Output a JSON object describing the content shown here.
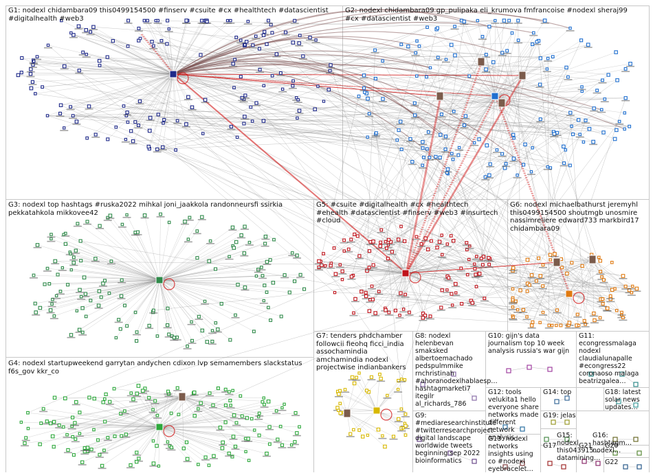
{
  "colors": {
    "G1": "#1f2a8a",
    "G2": "#1f6fd0",
    "G3": "#2f8a4a",
    "G4": "#2ea83c",
    "G5": "#c0141c",
    "G6": "#e07a10",
    "G7": "#d8b800",
    "G8": "#8a6fa8",
    "edge_main": "#8a8a8a",
    "edge_red": "#d21a1a",
    "box": "#c8c8c8"
  },
  "groups": [
    {
      "id": "G1",
      "label": "G1: nodexl chidambara09 this0499154500 #finserv #csuite #cx #healthtech #datascientist #digitalhealth #web3"
    },
    {
      "id": "G2",
      "label": "G2: nodexl chidambara09 gp_pulipaka eli_krumova fmfrancoise #nodexl sheraj99 #cx #datascientist #web3"
    },
    {
      "id": "G3",
      "label": "G3: nodexl top hashtags #ruska2022 mihkal joni_jaakkola randonneursfi ssirkia pekkatahkola mikkovee42"
    },
    {
      "id": "G4",
      "label": "G4: nodexl startupweekend garrytan andychen cdixon lvp semamembers slackstatus f6s_gov kkr_co"
    },
    {
      "id": "G5",
      "label": "G5: #csuite #digitalhealth #cx #healthtech #ehealth #datascientist #finserv #web3 #insurtech #cloud"
    },
    {
      "id": "G6",
      "label": "G6: nodexl michaelbathurst jeremyhl this0499154500 shoutmgb unosmire nassimreliere edward733 markbird17 chidambara09"
    },
    {
      "id": "G7",
      "label": "G7: tenders phdchamber followcii fieohq ficci_india assochamindia amchamindia nodexl projectwise indianbankers"
    },
    {
      "id": "G8",
      "label": "G8: nodexl helenbevan smaksked albertoemachado pedspulmmike rnchristinah #ahoranodexlhablaesp… hashtagmarketi7 itegilr al_richards_786"
    },
    {
      "id": "G9",
      "label": "G9: #mediaresearchinstitute #twitterresearchproject digital landscape worldwide tweets beginning sep 2022 bioinformatics"
    },
    {
      "id": "G10",
      "label": "G10: gijn's data journalism top 10 week analysis russia's war gijn"
    },
    {
      "id": "G11",
      "label": "G11: econgressmalaga nodexl claudialunapalle #econgress22 coronaoso malaga beatrizgalea…"
    },
    {
      "id": "G12",
      "label": "G12: tools velukita1 hello everyone share networks made different network analysis"
    },
    {
      "id": "G13",
      "label": "G13: nodexl networks insights using co #nodexl eyebracelet…"
    },
    {
      "id": "G14",
      "label": "G14: top"
    },
    {
      "id": "G15",
      "label": "G15: nodexl this043915… datamining…"
    },
    {
      "id": "G16",
      "label": "G16: hashtagm… nodexl…"
    },
    {
      "id": "G17",
      "label": "G17"
    },
    {
      "id": "G18",
      "label": "G18: latest solar news updates…"
    },
    {
      "id": "G19",
      "label": "G19: jelas"
    },
    {
      "id": "G20",
      "label": "G20"
    },
    {
      "id": "G21",
      "label": "G21"
    },
    {
      "id": "G22",
      "label": "G22"
    }
  ]
}
